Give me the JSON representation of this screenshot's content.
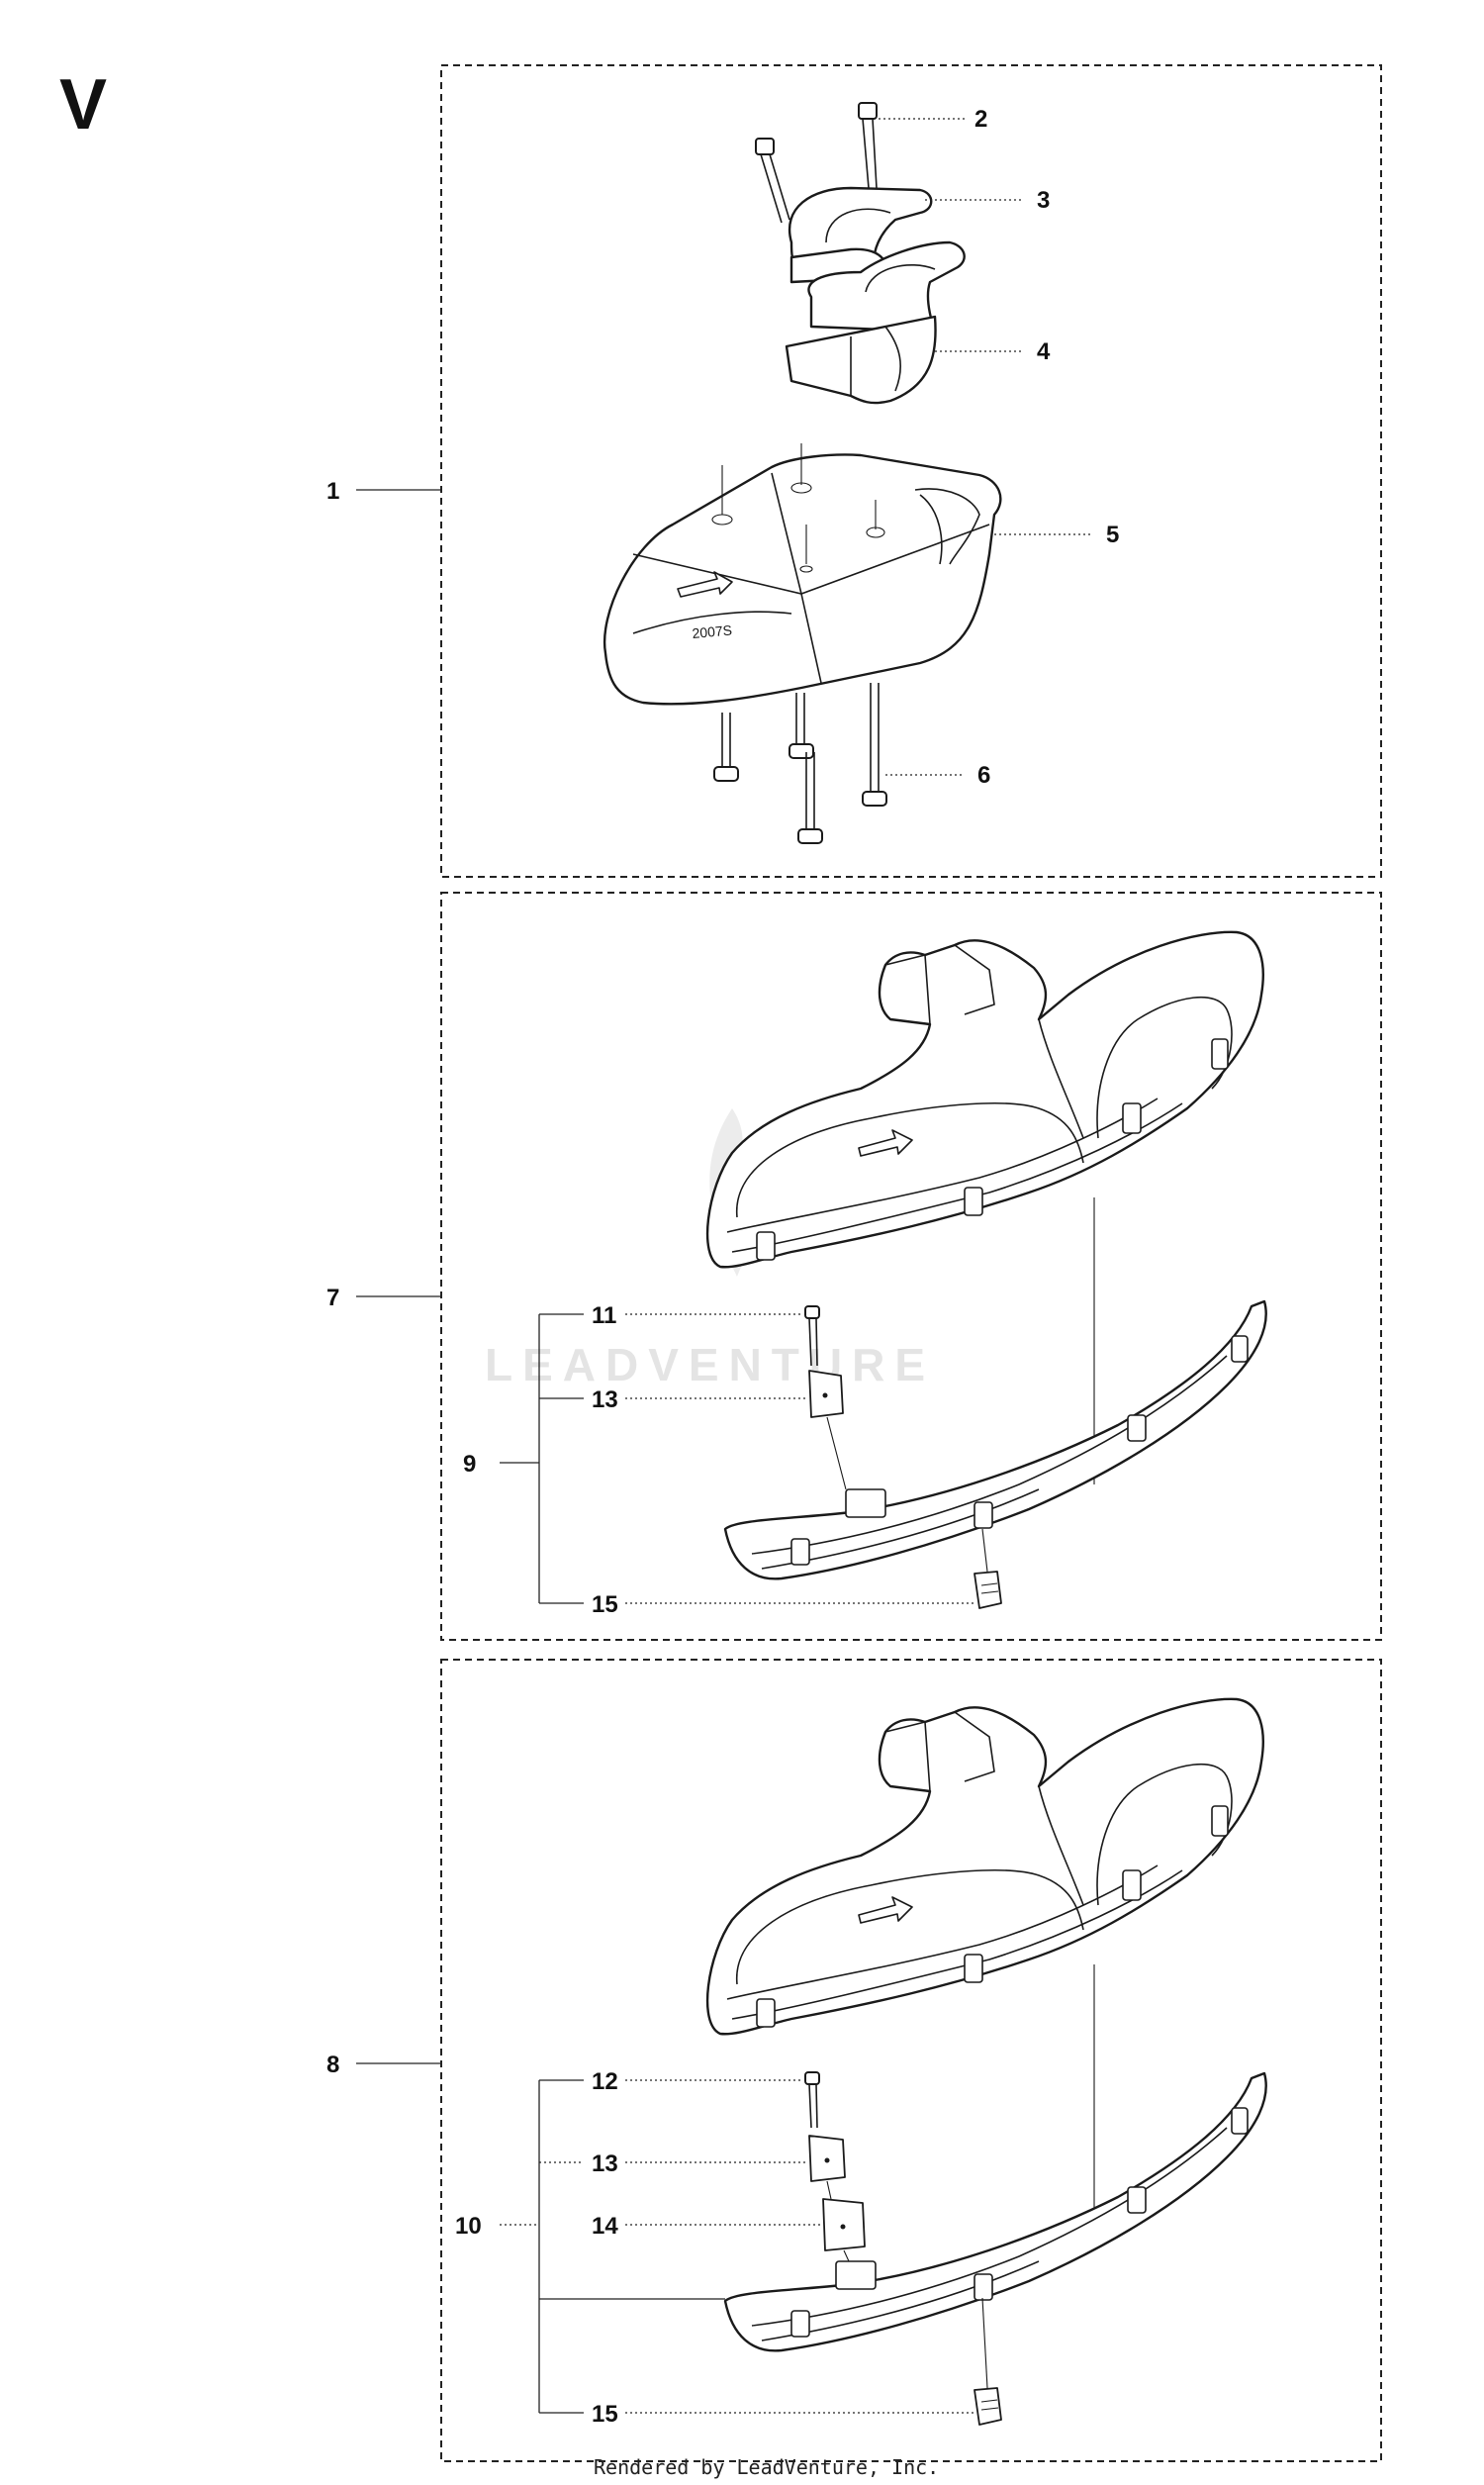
{
  "diagram": {
    "section_letter": "V",
    "watermark": "LEADVENTURE",
    "footer": "Rendered by LeadVenture, Inc.",
    "guard_stamp": "2007S",
    "callouts": {
      "c1": "1",
      "c2": "2",
      "c3": "3",
      "c4": "4",
      "c5": "5",
      "c6": "6",
      "c7": "7",
      "c8": "8",
      "c9": "9",
      "c10": "10",
      "c11": "11",
      "c12": "12",
      "c13a": "13",
      "c13b": "13",
      "c14": "14",
      "c15a": "15",
      "c15b": "15"
    }
  }
}
